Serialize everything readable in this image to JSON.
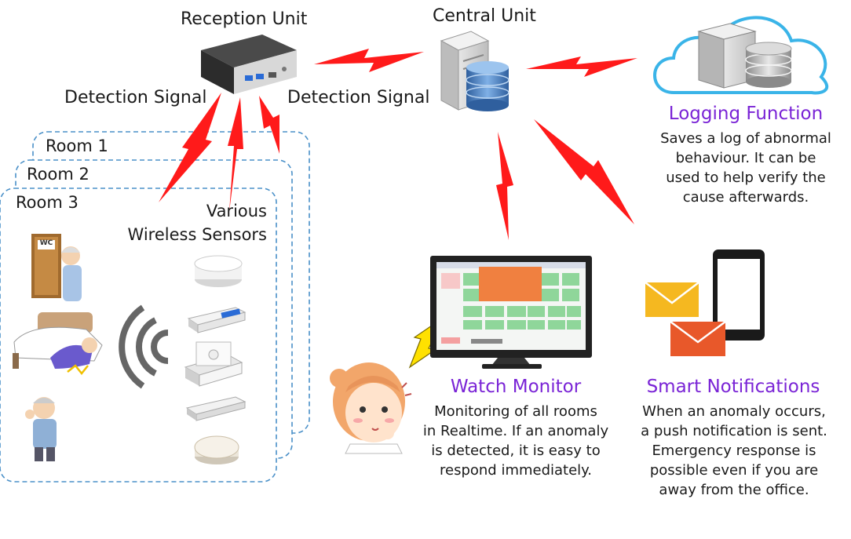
{
  "reception_unit": {
    "label": "Reception Unit"
  },
  "central_unit": {
    "label": "Central Unit"
  },
  "detection_signal_left": "Detection Signal",
  "detection_signal_right": "Detection Signal",
  "rooms": [
    "Room 1",
    "Room 2",
    "Room 3"
  ],
  "sensors_label": "Various\nWireless Sensors",
  "wc_sign": "WC",
  "logging": {
    "title": "Logging Function",
    "description": "Saves a log of abnormal\nbehaviour. It can be\nused to help verify the\ncause afterwards."
  },
  "watch_monitor": {
    "title": "Watch Monitor",
    "description": "Monitoring of all rooms\nin Realtime. If an anomaly\nis detected, it is easy to\nrespond immediately."
  },
  "smart_notifications": {
    "title": "Smart Notifications",
    "description": "When an anomaly occurs,\na push notification is sent.\nEmergency response is\npossible even if you are\naway from the office."
  },
  "colors": {
    "accent_purple": "#7a24d6",
    "signal_red": "#ff1a1a",
    "room_border": "#4a90c8",
    "cloud_blue": "#3ab4e8",
    "mail_yellow": "#f5b820",
    "mail_orange": "#e8582a"
  }
}
